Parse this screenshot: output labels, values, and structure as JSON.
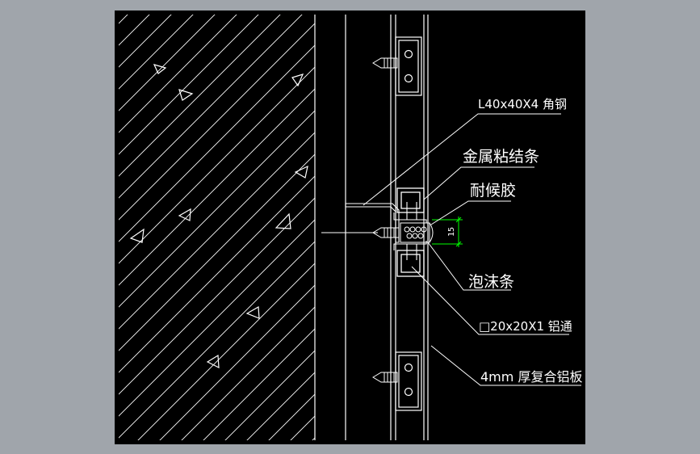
{
  "drawing": {
    "background": "#000000",
    "viewport_border": "#a0a5ab",
    "line_color": "#ffffff",
    "dimension_color": "#00ff00"
  },
  "labels": {
    "angle_steel": "L40x40X4  角钢",
    "metal_strip": "金属粘结条",
    "weather_sealant": "耐候胶",
    "foam_strip": "泡沫条",
    "aluminum_tube": "□20x20X1  铝通",
    "composite_panel": "4mm  厚复合铝板"
  },
  "dimension": {
    "gap": "15"
  }
}
